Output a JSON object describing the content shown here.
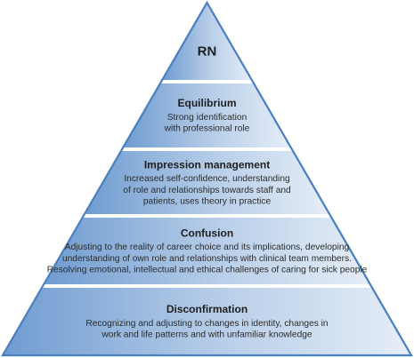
{
  "colors": {
    "outline": "#4a7fbf",
    "text": "#1f1f1f",
    "band_top": "#dfe8f4",
    "band_bottom": "#7fa7d6"
  },
  "levels": [
    {
      "title": "RN",
      "lines": []
    },
    {
      "title": "Equilibrium",
      "lines": [
        "Strong identification",
        "with professional role"
      ]
    },
    {
      "title": "Impression management",
      "lines": [
        "Increased self-confidence, understanding",
        "of role and relationships towards staff and",
        "patients, uses theory in practice"
      ]
    },
    {
      "title": "Confusion",
      "lines": [
        "Adjusting to the reality of career choice and its implications, developing",
        "understanding of own role and relationships with clinical team members.",
        "Resolving emotional, intellectual and ethical challenges of caring for sick people"
      ]
    },
    {
      "title": "Disconfirmation",
      "lines": [
        "Recognizing and adjusting to changes in identity, changes in",
        "work and life patterns and with unfamiliar knowledge"
      ]
    }
  ]
}
